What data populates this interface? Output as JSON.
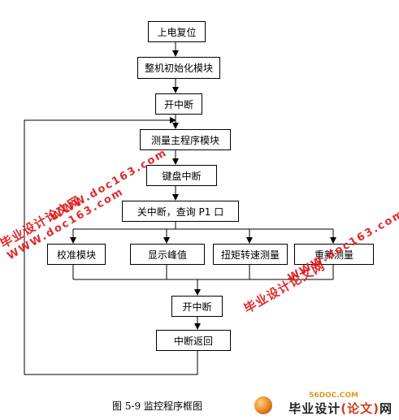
{
  "flowchart": {
    "nodes": [
      {
        "id": "power_reset",
        "label": "上电复位"
      },
      {
        "id": "init",
        "label": "整机初始化模块"
      },
      {
        "id": "int_on_1",
        "label": "开中断"
      },
      {
        "id": "main",
        "label": "测量主程序模块"
      },
      {
        "id": "kbd_int",
        "label": "键盘中断"
      },
      {
        "id": "int_off",
        "label": "关中断，查询 P1 口"
      },
      {
        "id": "calib",
        "label": "校准模块"
      },
      {
        "id": "show_peak",
        "label": "显示峰值"
      },
      {
        "id": "torque",
        "label": "扭矩转速测量"
      },
      {
        "id": "remeasure",
        "label": "重新测量"
      },
      {
        "id": "int_on_2",
        "label": "开中断"
      },
      {
        "id": "int_return",
        "label": "中断返回"
      }
    ],
    "edges": [
      [
        "power_reset",
        "init"
      ],
      [
        "init",
        "int_on_1"
      ],
      [
        "int_on_1",
        "main"
      ],
      [
        "main",
        "kbd_int"
      ],
      [
        "kbd_int",
        "int_off"
      ],
      [
        "int_off",
        "calib"
      ],
      [
        "int_off",
        "show_peak"
      ],
      [
        "int_off",
        "torque"
      ],
      [
        "int_off",
        "remeasure"
      ],
      [
        "calib",
        "int_on_2"
      ],
      [
        "show_peak",
        "int_on_2"
      ],
      [
        "torque",
        "int_on_2"
      ],
      [
        "remeasure",
        "int_on_2"
      ],
      [
        "int_on_2",
        "int_return"
      ],
      [
        "int_return",
        "main"
      ]
    ]
  },
  "caption": "图 5-9  监控程序框图",
  "watermarks": [
    {
      "line1": "毕业设计论文网",
      "line2": "WWW.doc163.com"
    },
    {
      "line1": "毕业设计论文网",
      "line2": "WWW.doc163.com"
    },
    {
      "line1": "毕业设计论文网",
      "line2": "WWW.doc163.com"
    },
    {
      "line1": "毕业设计论文网",
      "line2": "WWW.doc163.com"
    }
  ],
  "logo": {
    "top": "56DOC.COM",
    "main_prefix": "毕业设计",
    "main_red": "(论文)",
    "main_suffix": "网"
  },
  "colors": {
    "line": "#000000",
    "watermark": "#e01818"
  }
}
